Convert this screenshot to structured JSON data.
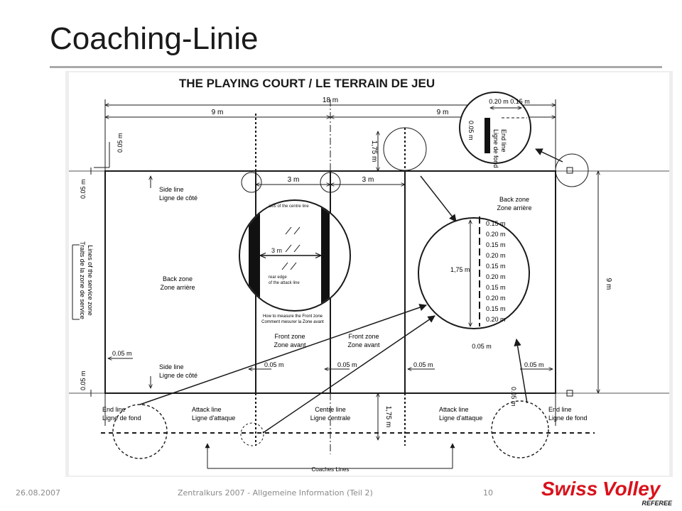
{
  "slide": {
    "title": "Coaching-Linie"
  },
  "diagram": {
    "heading": "THE PLAYING COURT / LE TERRAIN DE JEU",
    "dimensions": {
      "total_width": "18 m",
      "half_left": "9 m",
      "half_right": "9 m",
      "attack_left": "3 m",
      "attack_right": "3 m",
      "side": "9 m",
      "coach_box": "1,75 m",
      "coach_box_bottom": "1,75 m",
      "detail_a": "0.20 m",
      "detail_b": "0.15 m"
    },
    "small_widths": {
      "top_left": "0.05 m",
      "left_top": "0.05 m",
      "left_bottom": "0.05 m",
      "bottom_left": "0.05 m",
      "a": "0.05 m",
      "b": "0.05 m",
      "c": "0.05 m",
      "d": "0.05 m",
      "right_bottom": "0.05 m",
      "circle_top": "0.05 m",
      "circle_bottom": "0.05 m"
    },
    "labels": {
      "side_line_top_en": "Side line",
      "side_line_top_fr": "Ligne de côté",
      "side_line_bottom_en": "Side line",
      "side_line_bottom_fr": "Ligne de côté",
      "back_zone_left_en": "Back zone",
      "back_zone_left_fr": "Zone arrière",
      "back_zone_right_en": "Back zone",
      "back_zone_right_fr": "Zone arrière",
      "front_zone_left_en": "Front zone",
      "front_zone_left_fr": "Zone avant",
      "front_zone_right_en": "Front zone",
      "front_zone_right_fr": "Zone avant",
      "service_zone_en": "Lines of the service zone",
      "service_zone_fr": "Traits de la zone de service",
      "end_line_left_en": "End line",
      "end_line_left_fr": "Ligne de fond",
      "attack_line_left_en": "Attack line",
      "attack_line_left_fr": "Ligne d'attaque",
      "centre_line_en": "Centre line",
      "centre_line_fr": "Ligne centrale",
      "attack_line_right_en": "Attack line",
      "attack_line_right_fr": "Ligne d'attaque",
      "end_line_right_en": "End line",
      "end_line_right_fr": "Ligne de fond",
      "end_line_detail_en": "End line",
      "end_line_detail_fr": "Ligne de fond",
      "coaches_lines": "Coaches Lines",
      "axis_centre_line": "axis of the centre line",
      "rear_edge_1": "rear edge",
      "rear_edge_2": "of the attack line",
      "inner_3m": "3 m",
      "measure_en": "How to measure the Front zone",
      "measure_fr": "Comment mesurer la Zone avant"
    },
    "segments": [
      "0.15 m",
      "0.20 m",
      "0.15 m",
      "0.20 m",
      "0.15 m",
      "0.20 m",
      "0.15 m",
      "0.20 m",
      "0.15 m",
      "0.20 m"
    ],
    "segment_total": "1,75 m"
  },
  "footer": {
    "date": "26.08.2007",
    "course": "Zentralkurs 2007 - Allgemeine Information (Teil 2)",
    "page": "10"
  },
  "logo": {
    "brand_a": "Swiss",
    "brand_b": "Volley",
    "sub": "REFEREE"
  },
  "colors": {
    "logo_red": "#d9121b",
    "line": "#1a1a1a",
    "footer_text": "#8a8a8a",
    "rule": "#a9a9a9"
  }
}
